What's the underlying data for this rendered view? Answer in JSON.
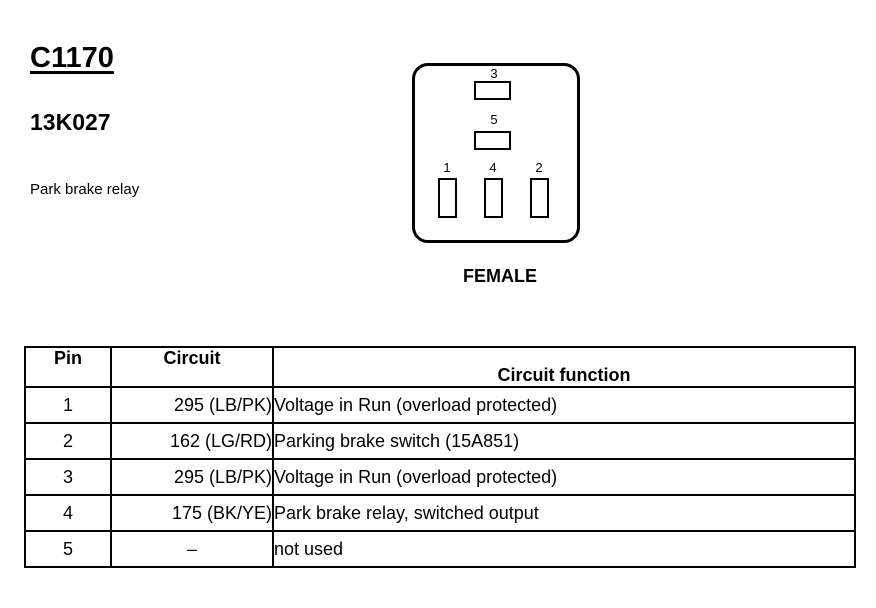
{
  "header": {
    "connector_id": "C1170",
    "part_number": "13K027",
    "description": "Park brake relay"
  },
  "connector_face": {
    "pin_labels": [
      "3",
      "5",
      "1",
      "4",
      "2"
    ],
    "gender": "FEMALE"
  },
  "pin_table": {
    "headers": {
      "pin": "Pin",
      "circuit": "Circuit",
      "function": "Circuit function"
    },
    "rows": [
      {
        "pin": "1",
        "circuit": "295 (LB/PK)",
        "function": "Voltage in Run (overload protected)"
      },
      {
        "pin": "2",
        "circuit": "162 (LG/RD)",
        "function": "Parking brake switch (15A851)"
      },
      {
        "pin": "3",
        "circuit": "295 (LB/PK)",
        "function": "Voltage in Run (overload protected)"
      },
      {
        "pin": "4",
        "circuit": "175 (BK/YE)",
        "function": "Park brake relay, switched output"
      },
      {
        "pin": "5",
        "circuit": "–",
        "function": "not used"
      }
    ]
  }
}
